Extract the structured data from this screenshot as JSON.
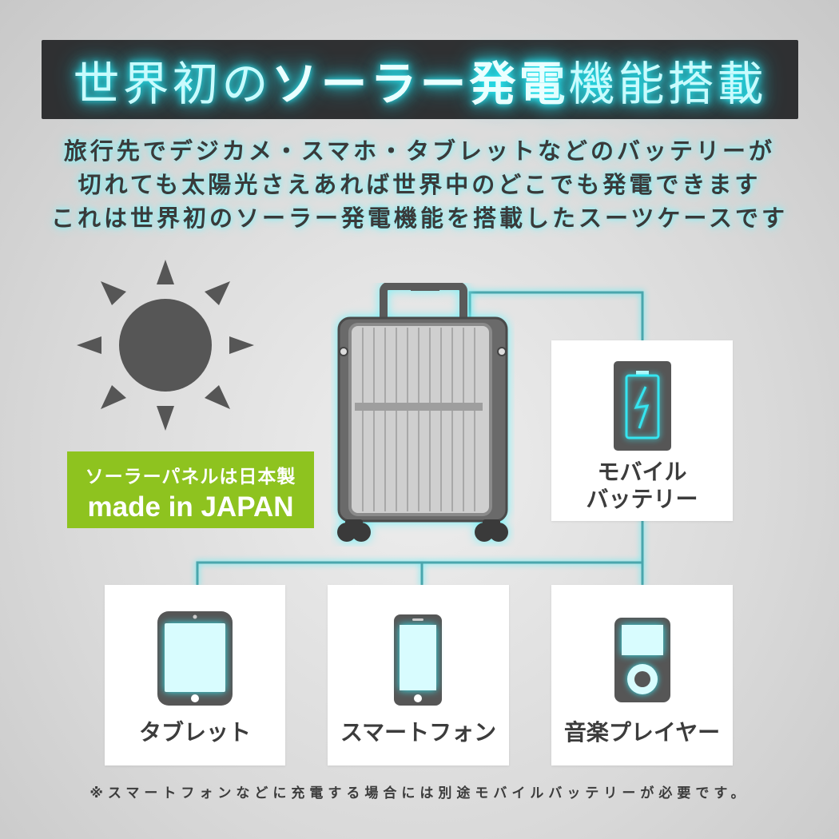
{
  "title": {
    "part1": "世界初の",
    "highlight": "ソーラー発電",
    "part2": "機能搭載"
  },
  "description": [
    "旅行先でデジカメ・スマホ・タブレットなどのバッテリーが",
    "切れても太陽光さえあれば世界中のどこでも発電できます",
    "これは世界初のソーラー発電機能を搭載したスーツケースです"
  ],
  "badge": {
    "line1": "ソーラーパネルは日本製",
    "line2": "made in JAPAN",
    "color": "#8ec31f"
  },
  "cards": {
    "battery": {
      "label_line1": "モバイル",
      "label_line2": "バッテリー",
      "icon": "battery-icon"
    },
    "tablet": {
      "label": "タブレット",
      "icon": "tablet-icon"
    },
    "smartphone": {
      "label": "スマートフォン",
      "icon": "smartphone-icon"
    },
    "music_player": {
      "label": "音楽プレイヤー",
      "icon": "music-player-icon"
    }
  },
  "note": "※スマートフォンなどに充電する場合には別途モバイルバッテリーが必要です。",
  "colors": {
    "glow": "#27e4f0",
    "dark": "#2f3032",
    "icon_gray": "#565656",
    "wire": "#4aa6ad"
  }
}
